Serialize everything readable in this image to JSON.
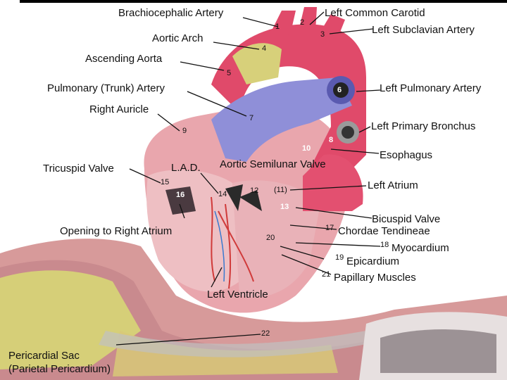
{
  "labels": {
    "brachiocephalic": "Brachiocephalic Artery",
    "left_common_carotid": "Left Common Carotid",
    "aortic_arch": "Aortic Arch",
    "left_subclavian": "Left Subclavian Artery",
    "ascending_aorta": "Ascending Aorta",
    "pulmonary_trunk": "Pulmonary (Trunk) Artery",
    "left_pulmonary": "Left Pulmonary Artery",
    "right_auricle": "Right Auricle",
    "left_primary_bronchus": "Left Primary Bronchus",
    "esophagus": "Esophagus",
    "aortic_semilunar": "Aortic Semilunar Valve",
    "tricuspid": "Tricuspid Valve",
    "lad": "L.A.D.",
    "left_atrium": "Left Atrium",
    "bicuspid": "Bicuspid Valve",
    "opening_right_atrium": "Opening to Right Atrium",
    "chordae": "Chordae Tendineae",
    "myocardium": "Myocardium",
    "epicardium": "Epicardium",
    "papillary": "Papillary Muscles",
    "left_ventricle": "Left Ventricle",
    "pericardial_sac": "Pericardial Sac",
    "parietal_pericardium": "(Parietal Pericardium)"
  },
  "numbers": {
    "n1": "1",
    "n2": "2",
    "n3": "3",
    "n4": "4",
    "n5": "5",
    "n6": "6",
    "n7": "7",
    "n8": "8",
    "n9": "9",
    "n10": "10",
    "n11": "(11)",
    "n12": "12",
    "n13": "13",
    "n14": "14",
    "n15": "15",
    "n16": "16",
    "n17": "17",
    "n18": "18",
    "n19": "19",
    "n20": "20",
    "n21": "21",
    "n22": "22"
  },
  "colors": {
    "heart_pink": "#e8a0a8",
    "aorta_red": "#e04a6a",
    "pulmonary_blue": "#8f8fd8",
    "fat_yellow": "#d8d070",
    "pericardium": "#d89898"
  }
}
